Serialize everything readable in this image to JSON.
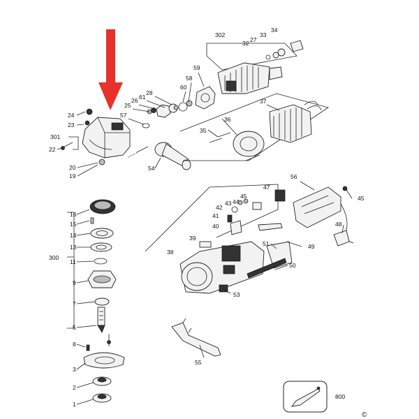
{
  "diagram": {
    "accent_color": "#e8312a",
    "copyright": "©",
    "labels": {
      "l1": "1",
      "l2": "2",
      "l3": "3",
      "l5": "5",
      "l7": "7",
      "l8": "8",
      "l9": "9",
      "l11": "11",
      "l13": "13",
      "l14": "14",
      "l15": "15",
      "l16": "16",
      "l19": "19",
      "l20": "20",
      "l22": "22",
      "l23": "23",
      "l24": "24",
      "l25": "25",
      "l26": "26",
      "l27": "27",
      "l28": "28",
      "l32": "32",
      "l33": "33",
      "l34": "34",
      "l35": "35",
      "l36": "36",
      "l37": "37",
      "l38": "38",
      "l39": "39",
      "l40": "40",
      "l41": "41",
      "l42": "42",
      "l43": "43",
      "l44": "44",
      "l45a": "45",
      "l45b": "45",
      "l47": "47",
      "l48": "48",
      "l49": "49",
      "l50": "50",
      "l51": "51",
      "l53": "53",
      "l54": "54",
      "l55": "55",
      "l56": "56",
      "l57": "57",
      "l58": "58",
      "l59": "59",
      "l60": "60",
      "l61": "61",
      "l300": "300",
      "l301": "301",
      "l302": "302",
      "l800": "800"
    }
  }
}
